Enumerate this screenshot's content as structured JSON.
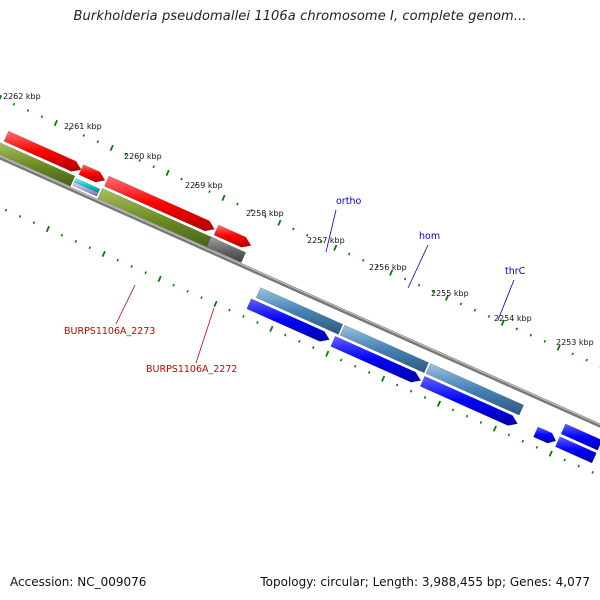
{
  "title": "Burkholderia pseudomallei 1106a chromosome I, complete genom...",
  "accession": "Accession: NC_009076",
  "topology": "Topology: circular; Length: 3,988,455 bp; Genes: 4,077",
  "ticks": [
    "2262 kbp",
    "2261 kbp",
    "2260 kbp",
    "2259 kbp",
    "2258 kbp",
    "2257 kbp",
    "2256 kbp",
    "2255 kbp",
    "2254 kbp",
    "2253 kbp"
  ],
  "gene_labels": [
    "ortho",
    "hom",
    "thrC",
    "BURPS1106A_2273",
    "BURPS1106A_2272"
  ],
  "colors": {
    "forward_cds": "#ff0000",
    "forward_gene": "#6b8e23",
    "reverse_cds": "#0000ff",
    "reverse_gene": "#4682b4",
    "pseudo": "#696969",
    "rna": "#00ced1",
    "backbone": "#888888",
    "ticks": "#008000",
    "name_forward": "#cc0000",
    "name_reverse": "#0000cc"
  }
}
